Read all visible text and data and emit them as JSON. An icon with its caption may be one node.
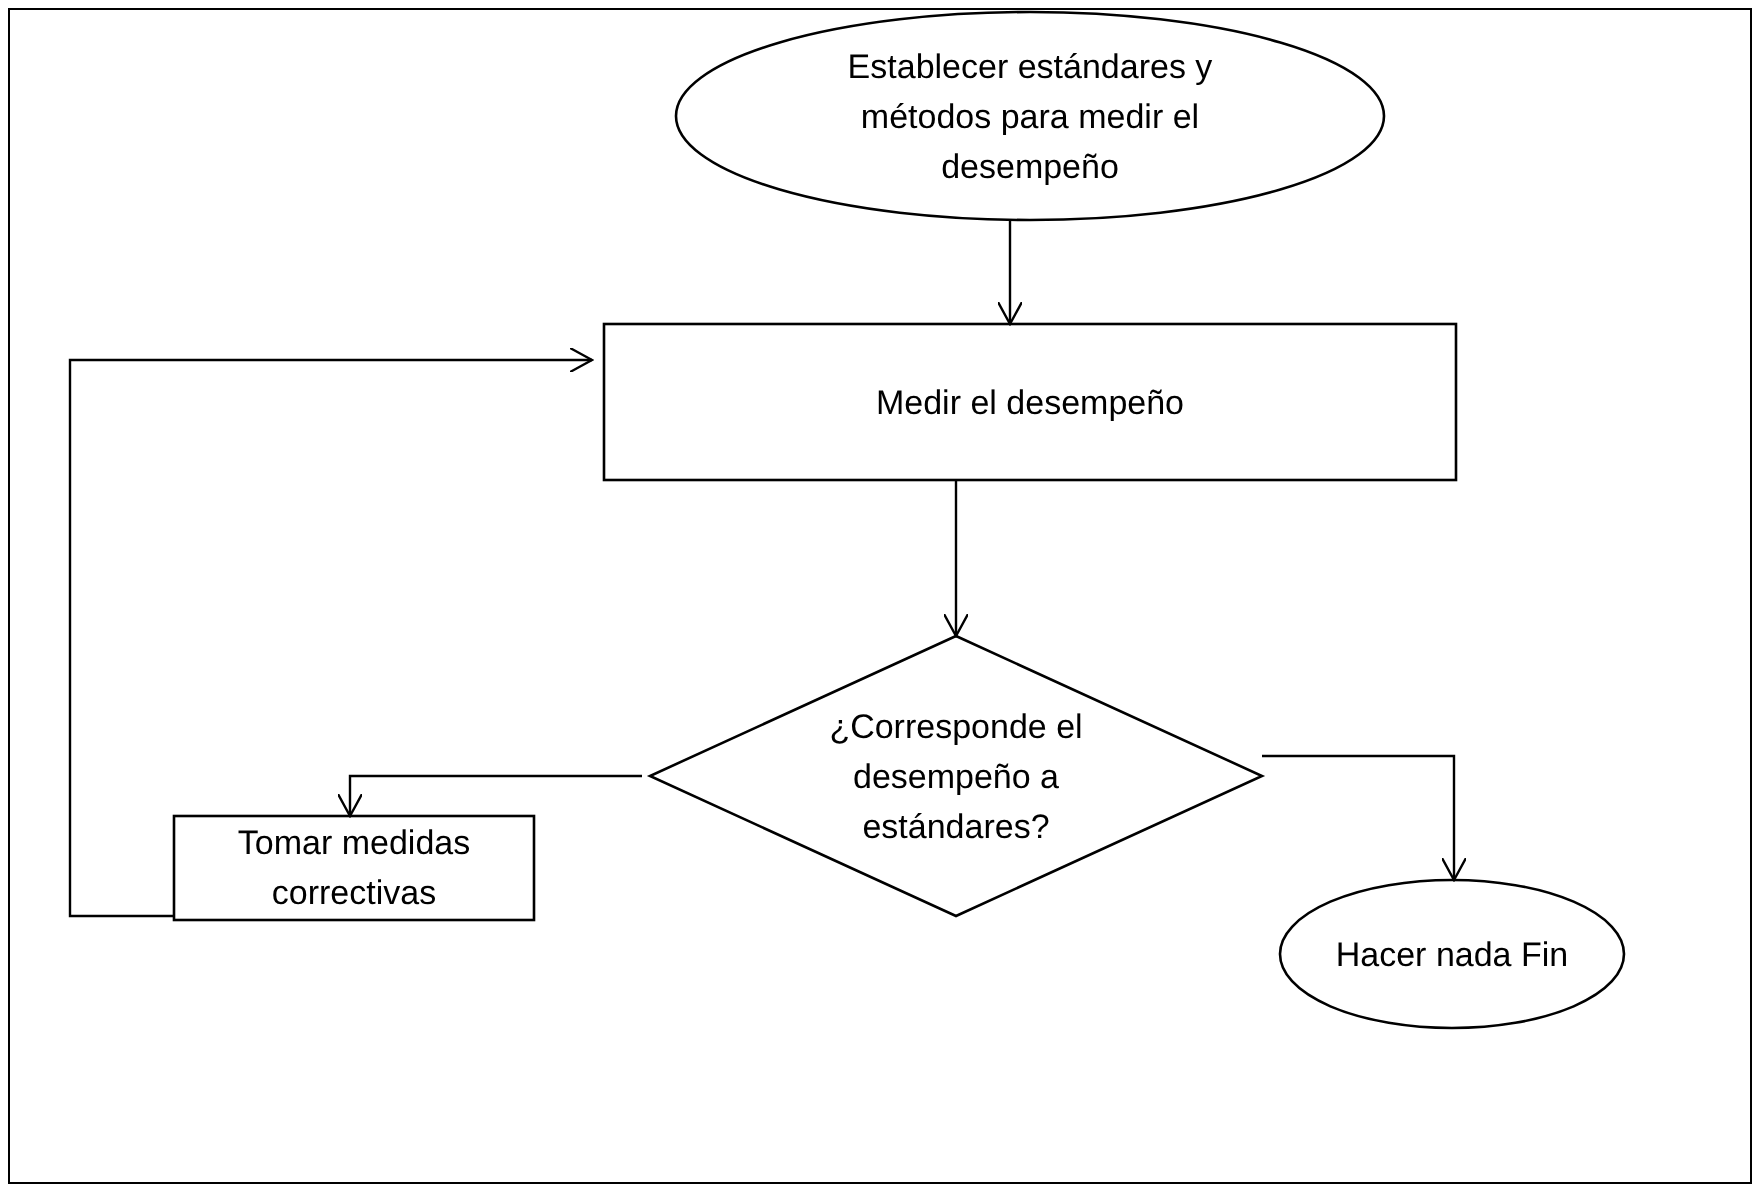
{
  "diagram": {
    "nodes": [
      {
        "text": [
          "Establecer estándares y métodos para medir el desempeño"
        ]
      },
      {
        "text": [
          "Medir el desempeño"
        ]
      },
      {
        "text": [
          "¿Corresponde el desempeño a estándares?"
        ]
      },
      {
        "text": [
          "Tomar medidas correctivas"
        ]
      },
      {
        "text": [
          "Hacer nada Fin"
        ]
      }
    ],
    "edges": [
      {
        "from": 0,
        "to": 1,
        "arrow": "to"
      },
      {
        "from": 1,
        "to": 2,
        "arrow": "to"
      },
      {
        "from": 2,
        "to": 3,
        "arrow": "to"
      },
      {
        "from": 2,
        "to": 4,
        "arrow": "to"
      },
      {
        "from": 3,
        "to": 1,
        "arrow": "to"
      }
    ]
  }
}
